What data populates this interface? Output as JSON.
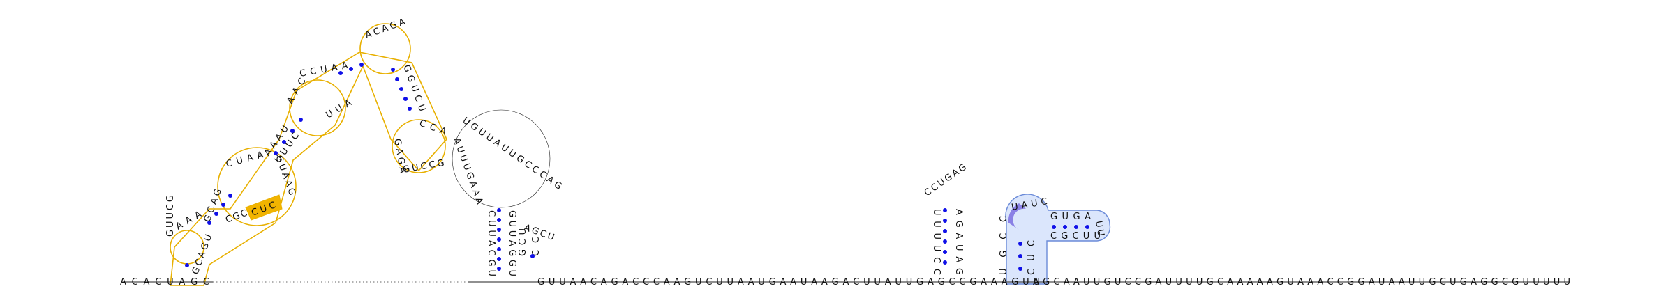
{
  "diagram": {
    "kind": "rna-secondary-structure",
    "colors": {
      "backbone": "#222222",
      "base_pair_dot": "#1010e8",
      "highlight_orange": "#e8b000",
      "highlight_orange_fill": "#f2b400",
      "highlight_blue": "#6a8ad8",
      "highlight_blue_fill": "#bed2fa",
      "highlight_purple": "#7b6fe0"
    },
    "baseline_left": "A C A C U A G C",
    "baseline_right": "G U U A A C A G A C C C A A G U C U U A A U G A A U A A G A C U U A U U G A G C C G A A A G U U",
    "baseline_tail": "A G C A A U U G U C C G A U U U U G C A A A A A G U A A A C C G G A U A A U U G C U G A G G C G U U U U U",
    "orange_domain": {
      "stem1_5p": "G U U C G",
      "loop1": "A A A",
      "stem1_3p": "G C A G U",
      "stem2_5p": "G C A G",
      "loop2_5p": "C U A A",
      "loop2_3p": "G U A A G",
      "highlight_seq": "C U C",
      "after_highlight": "C G C",
      "stem3_5p": "A A A U",
      "stem3_3p": "U U U C",
      "loop3": "A A C",
      "stem4_5p": "C C U A A",
      "stem4_3p": "U U A",
      "top_loop": "A C A G A",
      "stem5": "G G U C U",
      "loop5": "C C A",
      "stem5_3p": "G A G A",
      "bottom": "G U C C G"
    },
    "big_loop": "U G U U A U U G C C C A G",
    "big_loop_left": "A U U U G A A A",
    "stem_a_left": "C U U A C G U",
    "stem_a_right": "G U U A G G U",
    "small_hairpin_left": "G C U",
    "small_hairpin_loop": "A G C U",
    "small_hairpin_right": "C C",
    "hairpin_mid_left": "U U U U C C",
    "hairpin_mid_loop": "C C U G A G",
    "hairpin_mid_right": "A G A U A G",
    "blue_domain": {
      "left_stem": "U G C C",
      "loop": "U A U C",
      "inner_top": "G U G A",
      "tip": "U U",
      "inner_bottom": "C G C U U",
      "right_stem": "C U C"
    }
  }
}
